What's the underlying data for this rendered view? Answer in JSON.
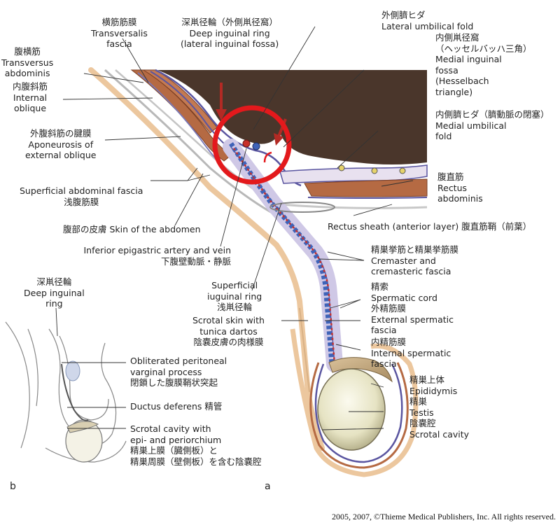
{
  "labels": {
    "transversalis": {
      "jp": "横筋筋膜",
      "en1": "Transversalis",
      "en2": "fascia"
    },
    "deep_ring_top": {
      "jp": "深鼡径輪（外側鼡径窩）",
      "en1": "Deep inguinal ring",
      "en2": "(lateral inguinal fossa)"
    },
    "lateral_fold": {
      "jp": "外側臍ヒダ",
      "en": "Lateral umbilical fold"
    },
    "medial_fossa": {
      "jp1": "内側鼡径窩",
      "jp2": "（ヘッセルバッハ三角）",
      "en1": "Medial inguinal",
      "en2": "fossa",
      "en3": "(Hesselbach",
      "en4": "triangle)"
    },
    "medial_fold": {
      "jp": "内側臍ヒダ（臍動脈の閉塞）",
      "en1": "Medial umbilical",
      "en2": "fold"
    },
    "transversus": {
      "jp": "腹横筋",
      "en1": "Transversus",
      "en2": "abdominis"
    },
    "internal_oblique": {
      "jp": "内腹斜筋",
      "en1": "Internal",
      "en2": "oblique"
    },
    "aponeurosis": {
      "jp": "外腹斜筋の腱膜",
      "en1": "Aponeurosis of",
      "en2": "external oblique"
    },
    "superficial_fascia": {
      "en": "Superficial abdominal fascia",
      "jp": "浅腹筋膜"
    },
    "rectus": {
      "jp": "腹直筋",
      "en1": "Rectus",
      "en2": "abdominis"
    },
    "rectus_sheath": {
      "text": "Rectus sheath (anterior layer) 腹直筋鞘（前葉）"
    },
    "skin": {
      "text": "腹部の皮膚 Skin of the abdomen"
    },
    "epigastric": {
      "en": "Inferior epigastric artery and vein",
      "jp": "下腹壁動脈・静脈"
    },
    "cremaster": {
      "jp": "精巣挙筋と精巣挙筋膜",
      "en1": "Cremaster and",
      "en2": "cremasteric fascia"
    },
    "spermatic_cord": {
      "jp": "精索",
      "en": "Spermatic cord"
    },
    "external_spermatic": {
      "jp": "外精筋膜",
      "en1": "External spermatic",
      "en2": "fascia"
    },
    "internal_spermatic": {
      "jp": "内精筋膜",
      "en1": "Internal spermatic",
      "en2": "fascia"
    },
    "superficial_ring": {
      "en1": "Superficial",
      "en2": "iuguinal ring",
      "jp": "浅鼡径輪"
    },
    "scrotal_skin": {
      "en1": "Scrotal skin with",
      "en2": "tunica dartos",
      "jp": "陰嚢皮膚の肉様膜"
    },
    "epididymis": {
      "jp": "精巣上体",
      "en": "Epididymis"
    },
    "testis": {
      "jp": "精巣",
      "en": "Testis"
    },
    "scrotal_cavity": {
      "jp": "陰嚢腔",
      "en": "Scrotal cavity"
    },
    "b_deep_ring": {
      "jp": "深鼡径輪",
      "en1": "Deep inguinal",
      "en2": "ring"
    },
    "b_obliterated": {
      "en1": "Obliterated peritoneal",
      "en2": "varginal process",
      "jp": "閉鎖した腹膜鞘状突起"
    },
    "b_ductus": {
      "text": "Ductus deferens 精管"
    },
    "b_scrotal": {
      "en1": "Scrotal cavity with",
      "en2": "epi- and periorchium",
      "jp1": "精巣上膜（臓側板）と",
      "jp2": "精巣周膜（壁側板）を含む陰嚢腔"
    }
  },
  "panel_b": "b",
  "panel_a": "a",
  "copyright": "2005, 2007, ©Thieme Medical Publishers, Inc. All rights reserved.",
  "colors": {
    "cavity": "#4a362b",
    "muscle": "#b56a43",
    "fascia": "#5a55a0",
    "skin": "#ebc49a",
    "vein": "#3f63b8",
    "artery": "#c8312b",
    "highlight": "#e3191c",
    "testis": "#e9e6c8"
  }
}
